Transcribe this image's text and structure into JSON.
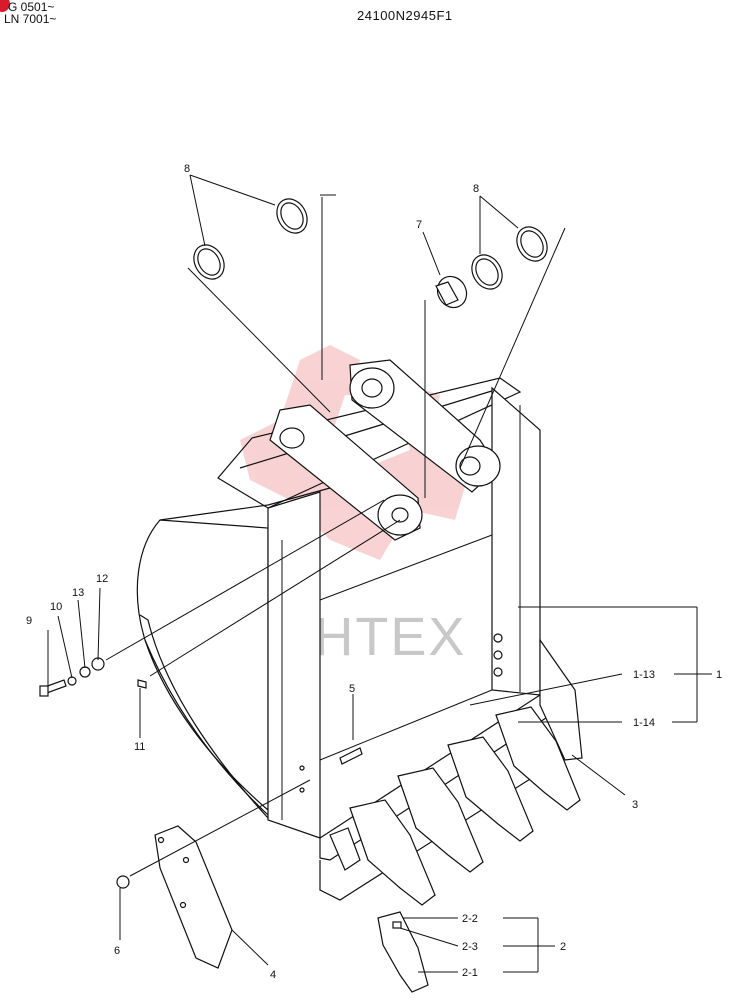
{
  "header": {
    "model_line_1": "G 0501~",
    "model_line_2": "LN 7001~",
    "document_code": "24100N2945F1"
  },
  "watermark": {
    "text": "ИНТЕХ",
    "color": "#e2373a"
  },
  "colors": {
    "line": "#111111",
    "marker": "#d81b2a"
  },
  "callouts": {
    "c8a": "8",
    "c8b": "8",
    "c7": "7",
    "c12": "12",
    "c13": "13",
    "c10": "10",
    "c9": "9",
    "c11": "11",
    "c5": "5",
    "c1": "1",
    "c1_13": "1-13",
    "c1_14": "1-14",
    "c3": "3",
    "c6": "6",
    "c4": "4",
    "c2": "2",
    "c2_2": "2-2",
    "c2_3": "2-3",
    "c2_1": "2-1"
  }
}
